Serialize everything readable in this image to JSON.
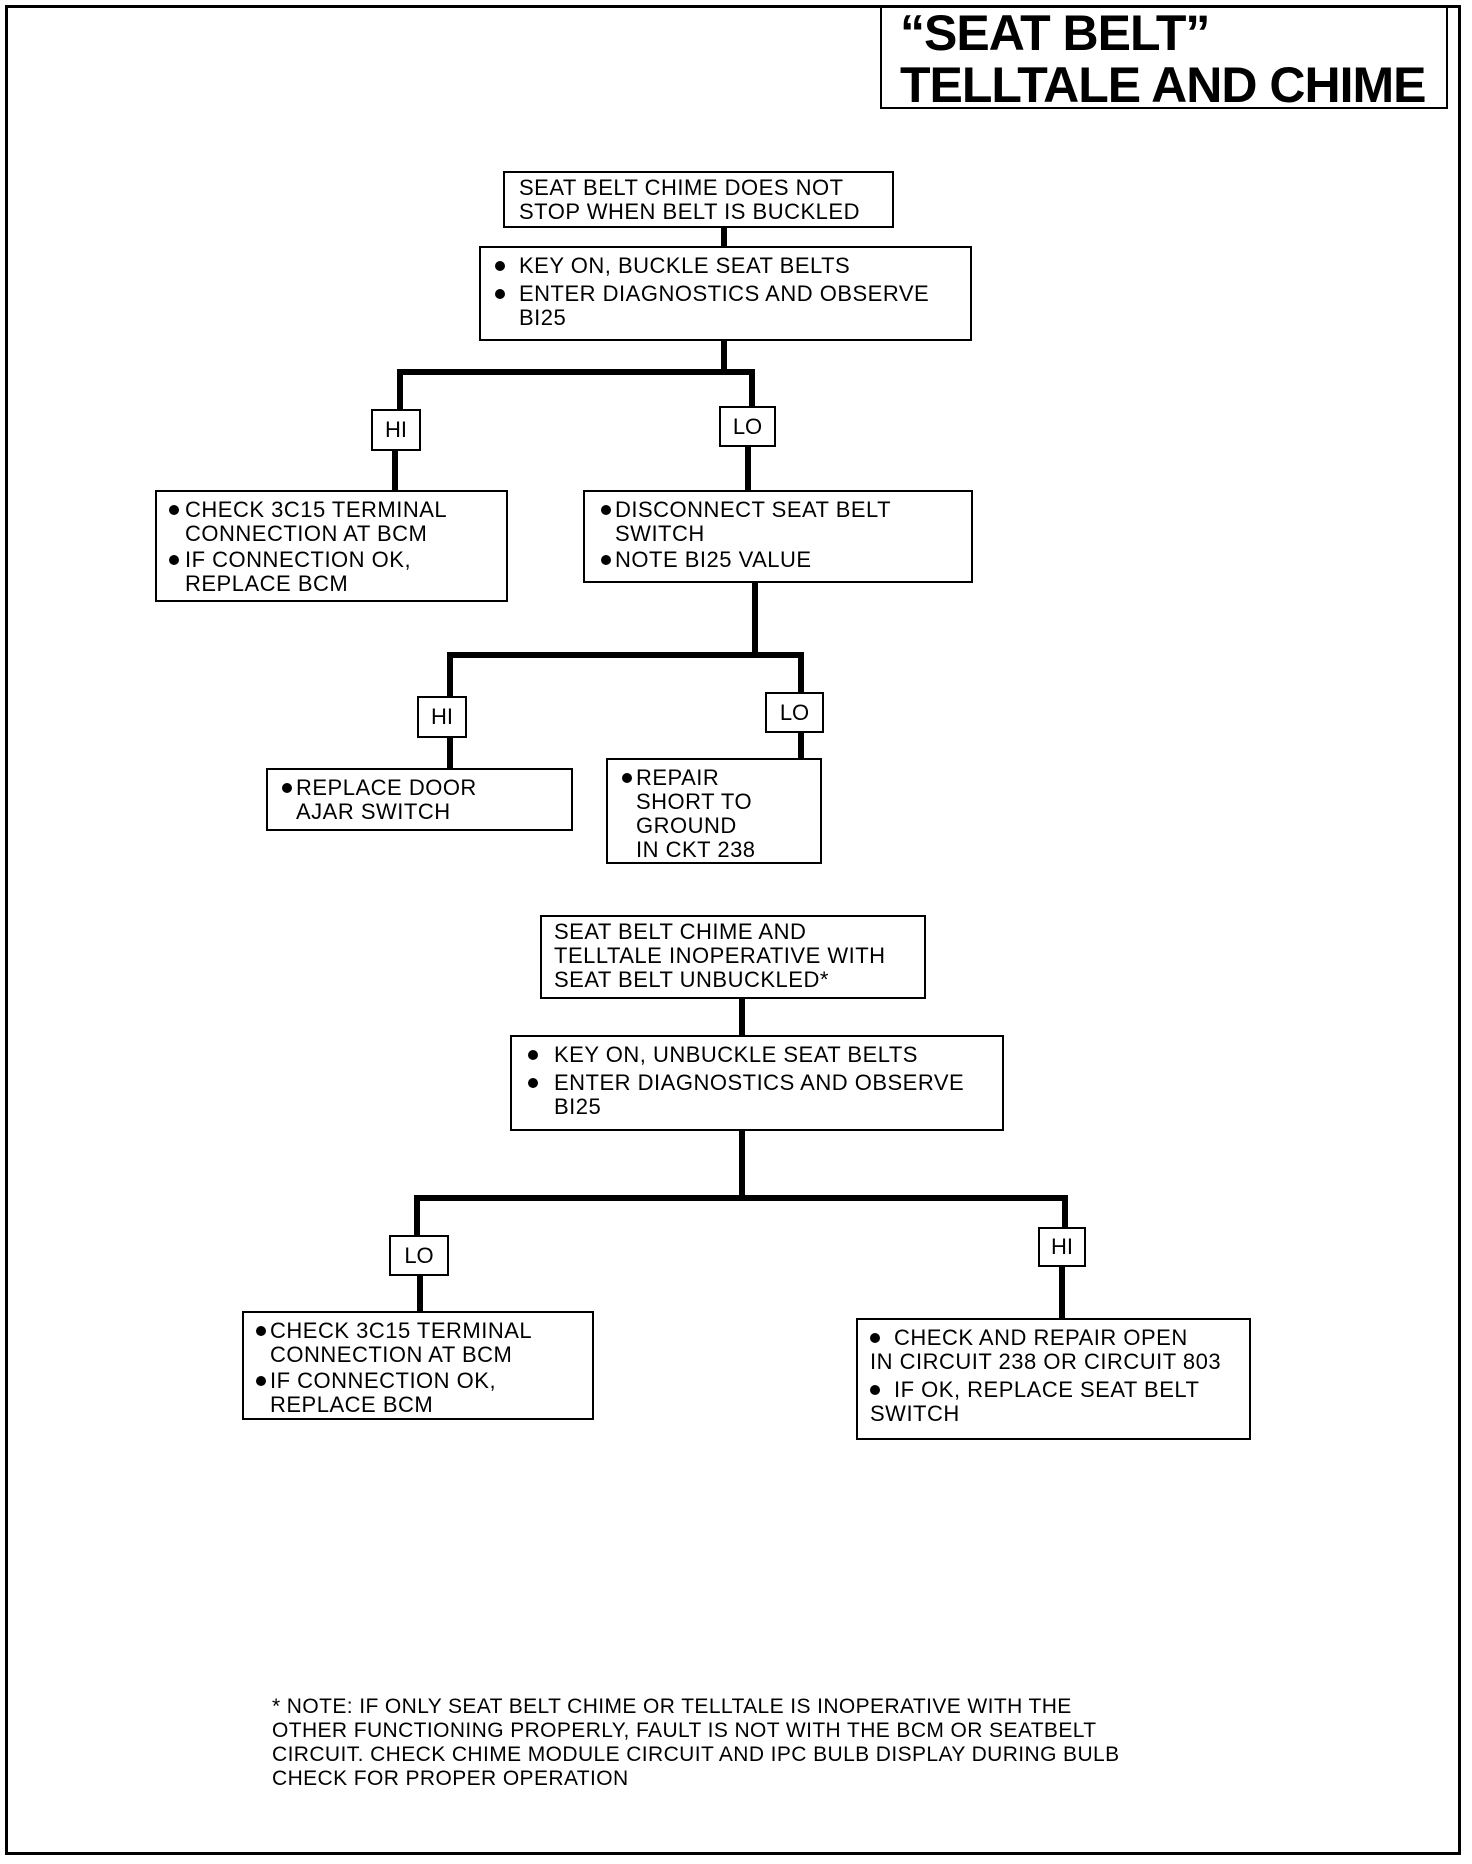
{
  "title": {
    "line1": "“SEAT BELT”",
    "line2": "TELLTALE AND CHIME"
  },
  "flow1": {
    "start": [
      "SEAT BELT CHIME DOES NOT",
      "STOP WHEN BELT IS BUCKLED"
    ],
    "step": {
      "b1": "KEY ON, BUCKLE SEAT BELTS",
      "b2a": "ENTER DIAGNOSTICS AND OBSERVE",
      "b2b": "BI25"
    },
    "hi_label": "HI",
    "lo_label": "LO",
    "hi_action": {
      "b1a": "CHECK 3C15 TERMINAL",
      "b1b": "CONNECTION AT BCM",
      "b2a": "IF CONNECTION OK,",
      "b2b": "REPLACE BCM"
    },
    "lo_action": {
      "b1a": "DISCONNECT SEAT BELT",
      "b1b": "SWITCH",
      "b2": "NOTE BI25 VALUE"
    },
    "hi2_label": "HI",
    "lo2_label": "LO",
    "hi2_action": {
      "b1a": "REPLACE DOOR",
      "b1b": "AJAR SWITCH"
    },
    "lo2_action": {
      "b1a": "REPAIR",
      "b1b": "SHORT TO",
      "b1c": "GROUND",
      "b1d": "IN CKT 238"
    }
  },
  "flow2": {
    "start": [
      "SEAT BELT CHIME AND",
      "TELLTALE INOPERATIVE WITH",
      "SEAT BELT UNBUCKLED*"
    ],
    "step": {
      "b1": "KEY ON, UNBUCKLE SEAT BELTS",
      "b2a": "ENTER DIAGNOSTICS AND OBSERVE",
      "b2b": "BI25"
    },
    "lo_label": "LO",
    "hi_label": "HI",
    "lo_action": {
      "b1a": "CHECK 3C15 TERMINAL",
      "b1b": "CONNECTION AT BCM",
      "b2a": "IF CONNECTION OK,",
      "b2b": "REPLACE BCM"
    },
    "hi_action": {
      "b1a": "CHECK AND REPAIR OPEN",
      "b1b": "IN CIRCUIT 238 OR CIRCUIT 803",
      "b2a": "IF OK, REPLACE SEAT BELT",
      "b2b": "SWITCH"
    }
  },
  "note": [
    "* NOTE: IF ONLY SEAT BELT CHIME OR TELLTALE IS INOPERATIVE WITH THE",
    "OTHER FUNCTIONING PROPERLY, FAULT IS NOT WITH THE BCM OR SEATBELT",
    "CIRCUIT. CHECK CHIME MODULE CIRCUIT AND IPC BULB DISPLAY DURING BULB",
    "CHECK FOR PROPER OPERATION"
  ]
}
